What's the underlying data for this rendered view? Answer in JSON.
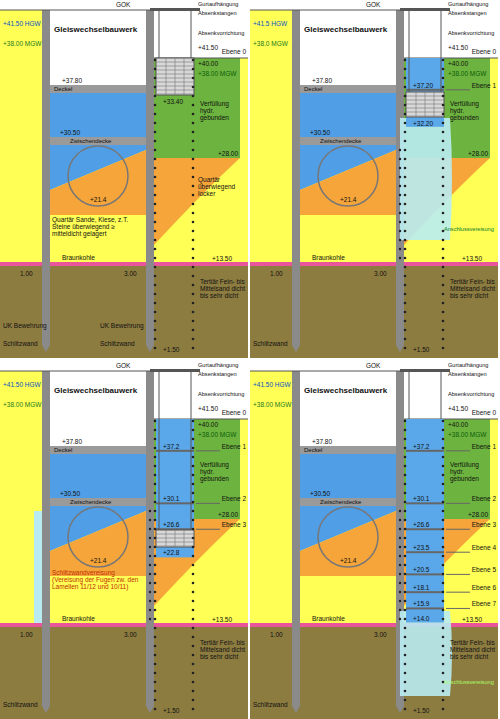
{
  "diagram": {
    "labels": [
      "GOK",
      "Gurtaufhängung",
      "Absenkstangen",
      "Absenkvorrichtung",
      "+41.50 HGW",
      "+38.00 MGW",
      "Gleiswechselbauwerk",
      "+37.80",
      "Deckel",
      "+41.50",
      "+40.00",
      "Ebene 0",
      "+38.00 MGW",
      "Verfüllung hydr. gebunden",
      "+30.50",
      "Zwischendecke",
      "+28.00",
      "+21.4",
      "Braunkohle",
      "+13.50",
      "Tertiär Fein- bis Mittelsand dicht bis sehr dicht",
      "1.00",
      "3.00",
      "+1.50",
      "Schlitzwand",
      "+33.40",
      "Quartär überwiegend locker",
      "Quartär Sande, Kiese, z.T. Steine überwiegend ≥ mitteldicht gelagert",
      "UK Bewehrung",
      "UK Bewehrung",
      "Schlitzwand",
      "GOK",
      "Gurtaufhängung",
      "Absenkstangen",
      "Absenkvorrichtung",
      "+41.5 HGW",
      "+38.0 MGW",
      "Gleiswechselbauwerk",
      "+37.80",
      "Deckel",
      "+41.50",
      "+40.00",
      "Ebene 0",
      "+38.00 MGW",
      "Verfüllung hydr. gebunden",
      "+30.50",
      "Zwischendecke",
      "+28.00",
      "+21.4",
      "Braunkohle",
      "+13.50",
      "Tertiär Fein- bis Mittelsand dicht bis sehr dicht",
      "1.00",
      "3.00",
      "+1.50",
      "Schlitzwand",
      "Ebene 1",
      "+37.20",
      "+32.20",
      "Anschlussvereisung",
      "GOK",
      "Gurtaufhängung",
      "Absenkstangen",
      "Absenkvorrichtung",
      "+41.50 HGW",
      "+38.00 MGW",
      "Gleiswechselbauwerk",
      "+37.80",
      "Deckel",
      "+41.50",
      "+40.00",
      "Ebene 0",
      "+38.00 MGW",
      "Verfüllung hydr. gebunden",
      "+30.50",
      "Zwischendecke",
      "+28.00",
      "+21.4",
      "Braunkohle",
      "+13.50",
      "Tertiär Fein- bis Mittelsand dicht bis sehr dicht",
      "1.00",
      "3.00",
      "+1.50",
      "Schlitzwand",
      "Ebene 1",
      "Ebene 2",
      "Ebene 3",
      "+37.2",
      "+30.1",
      "+26.6",
      "+22.8",
      "Schlitzwandvereisung (Vereisung der Fugen zw. den Lamellen 11/12 und 10/11)",
      "GOK",
      "Gurtaufhängung",
      "Absenkstangen",
      "Absenkvorrichtung",
      "+41.50 HGW",
      "+38.00 MGW",
      "Gleiswechselbauwerk",
      "+37.80",
      "Deckel",
      "+41.50",
      "+40.00",
      "Ebene 0",
      "+38.00 MGW",
      "Verfüllung hydr. gebunden",
      "+30.50",
      "Zwischendecke",
      "+28.00",
      "+21.4",
      "Braunkohle",
      "+13.50",
      "Tertiär Fein- bis Mittelsand dicht bis sehr dicht",
      "1.00",
      "3.00",
      "+1.50",
      "Schlitzwand",
      "Ebene 1",
      "Ebene 2",
      "Ebene 3",
      "Ebene 4",
      "Ebene 5",
      "Ebene 6",
      "Ebene 7",
      "+37.2",
      "+30.1",
      "+26.6",
      "+23.5",
      "+20.5",
      "+18.1",
      "+15.9",
      "+14.0",
      "Anschlussvereisung"
    ]
  }
}
